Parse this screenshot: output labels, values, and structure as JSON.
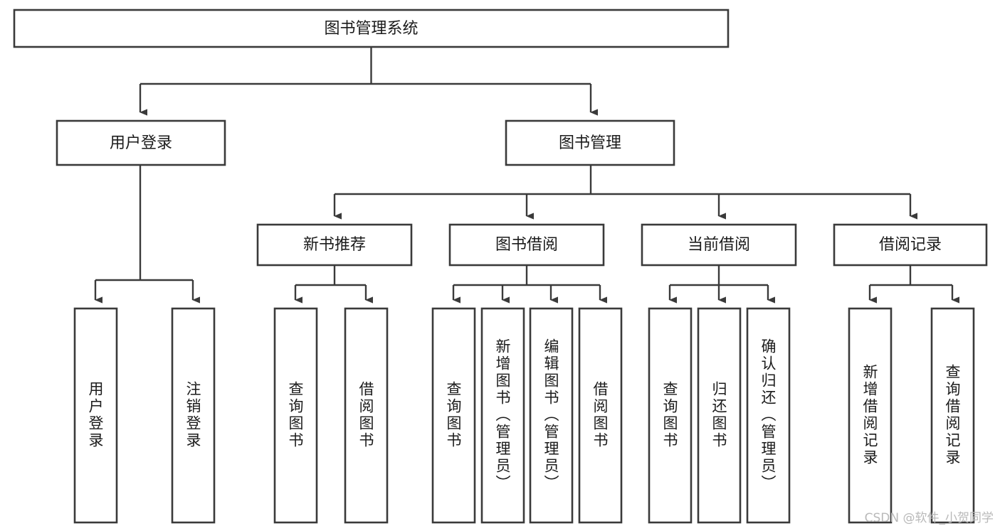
{
  "diagram": {
    "type": "tree-hierarchy-chart",
    "title": "图书管理系统",
    "orientation": "top-down",
    "colors": {
      "box_fill": "#ffffff",
      "box_stroke": "#3a3a3a",
      "text": "#1b1b1b",
      "background": "#ffffff",
      "watermark": "#b9b9b9"
    },
    "root": {
      "label": "图书管理系统",
      "id": "root",
      "text_direction": "horizontal"
    },
    "level1": [
      {
        "id": "user-login",
        "label": "用户登录",
        "text_direction": "horizontal"
      },
      {
        "id": "book-manage",
        "label": "图书管理",
        "text_direction": "horizontal"
      }
    ],
    "level2": [
      {
        "id": "new-book-recommend",
        "label": "新书推荐",
        "parent": "book-manage",
        "text_direction": "horizontal"
      },
      {
        "id": "book-borrow",
        "label": "图书借阅",
        "parent": "book-manage",
        "text_direction": "horizontal"
      },
      {
        "id": "current-borrow",
        "label": "当前借阅",
        "parent": "book-manage",
        "text_direction": "horizontal"
      },
      {
        "id": "borrow-record",
        "label": "借阅记录",
        "parent": "book-manage",
        "text_direction": "horizontal"
      }
    ],
    "leaves": [
      {
        "id": "leaf-user-login",
        "label": "用户登录",
        "parent": "user-login",
        "text_direction": "vertical"
      },
      {
        "id": "leaf-logout-login",
        "label": "注销登录",
        "parent": "user-login",
        "text_direction": "vertical"
      },
      {
        "id": "leaf-query-book-1",
        "label": "查询图书",
        "parent": "new-book-recommend",
        "text_direction": "vertical"
      },
      {
        "id": "leaf-borrow-book-1",
        "label": "借阅图书",
        "parent": "new-book-recommend",
        "text_direction": "vertical"
      },
      {
        "id": "leaf-query-book-2",
        "label": "查询图书",
        "parent": "book-borrow",
        "text_direction": "vertical"
      },
      {
        "id": "leaf-add-book",
        "label": "新增图书（管理员）",
        "parent": "book-borrow",
        "text_direction": "vertical"
      },
      {
        "id": "leaf-edit-book",
        "label": "编辑图书（管理员）",
        "parent": "book-borrow",
        "text_direction": "vertical"
      },
      {
        "id": "leaf-borrow-book-2",
        "label": "借阅图书",
        "parent": "book-borrow",
        "text_direction": "vertical"
      },
      {
        "id": "leaf-query-book-3",
        "label": "查询图书",
        "parent": "current-borrow",
        "text_direction": "vertical"
      },
      {
        "id": "leaf-return-book",
        "label": "归还图书",
        "parent": "current-borrow",
        "text_direction": "vertical"
      },
      {
        "id": "leaf-confirm-return",
        "label": "确认归还（管理员）",
        "parent": "current-borrow",
        "text_direction": "vertical"
      },
      {
        "id": "leaf-add-record",
        "label": "新增借阅记录",
        "parent": "borrow-record",
        "text_direction": "vertical"
      },
      {
        "id": "leaf-query-record",
        "label": "查询借阅记录",
        "parent": "borrow-record",
        "text_direction": "vertical"
      }
    ]
  },
  "watermark": {
    "label": "CSDN @软件_小贺同学"
  }
}
